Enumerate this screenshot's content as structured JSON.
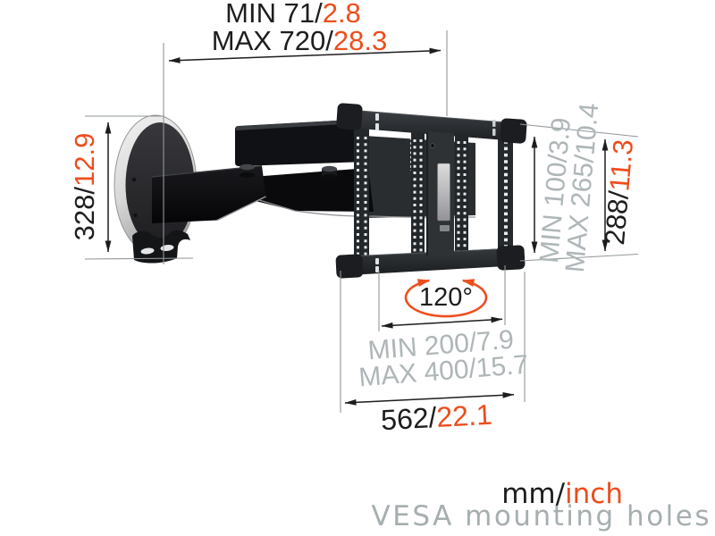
{
  "colors": {
    "accent_orange": "#ee4d1d",
    "ink": "#1d1d1f",
    "dim_muted_gray": "#aeb6b8",
    "legend_gray": "#a6aeb0"
  },
  "dimensions": {
    "depth": {
      "min_mm": "MIN 71/",
      "min_inch": "2.8",
      "max_mm": "MAX 720/",
      "max_inch": "28.3"
    },
    "wall_plate_height": {
      "mm": "328/",
      "inch": "12.9"
    },
    "vesa_vertical": {
      "min": "MIN 100/3.9",
      "max": "MAX 265/10.4"
    },
    "bracket_height": {
      "mm": "288/",
      "inch": "11.3"
    },
    "swivel_angle": "120°",
    "vesa_horizontal": {
      "min": "MIN 200/7.9",
      "max": "MAX 400/15.7"
    },
    "bracket_width": {
      "mm": "562/",
      "inch": "22.1"
    }
  },
  "legend": {
    "units_mm": "mm/",
    "units_inch": "inch",
    "note": "VESA mounting holes"
  }
}
